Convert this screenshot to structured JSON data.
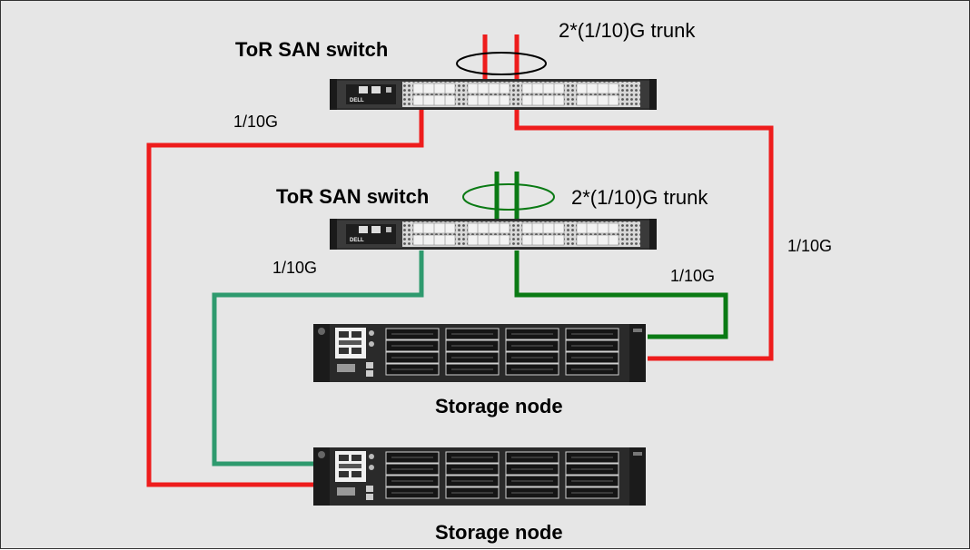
{
  "switches": [
    {
      "label": "ToR SAN switch",
      "trunk_label": "2*(1/10)G trunk",
      "link_label": "1/10G",
      "brand": "DELL",
      "link_color": "#ee1c1c"
    },
    {
      "label": "ToR SAN switch",
      "trunk_label": "2*(1/10)G trunk",
      "link_label": "1/10G",
      "brand": "DELL",
      "link_color": "#0a7a14"
    }
  ],
  "nodes": [
    {
      "label": "Storage node"
    },
    {
      "label": "Storage node"
    }
  ],
  "links": {
    "red_to_node1": "1/10G",
    "green_to_node1": "1/10G",
    "teal_to_node2_color": "#2e9a6e"
  }
}
